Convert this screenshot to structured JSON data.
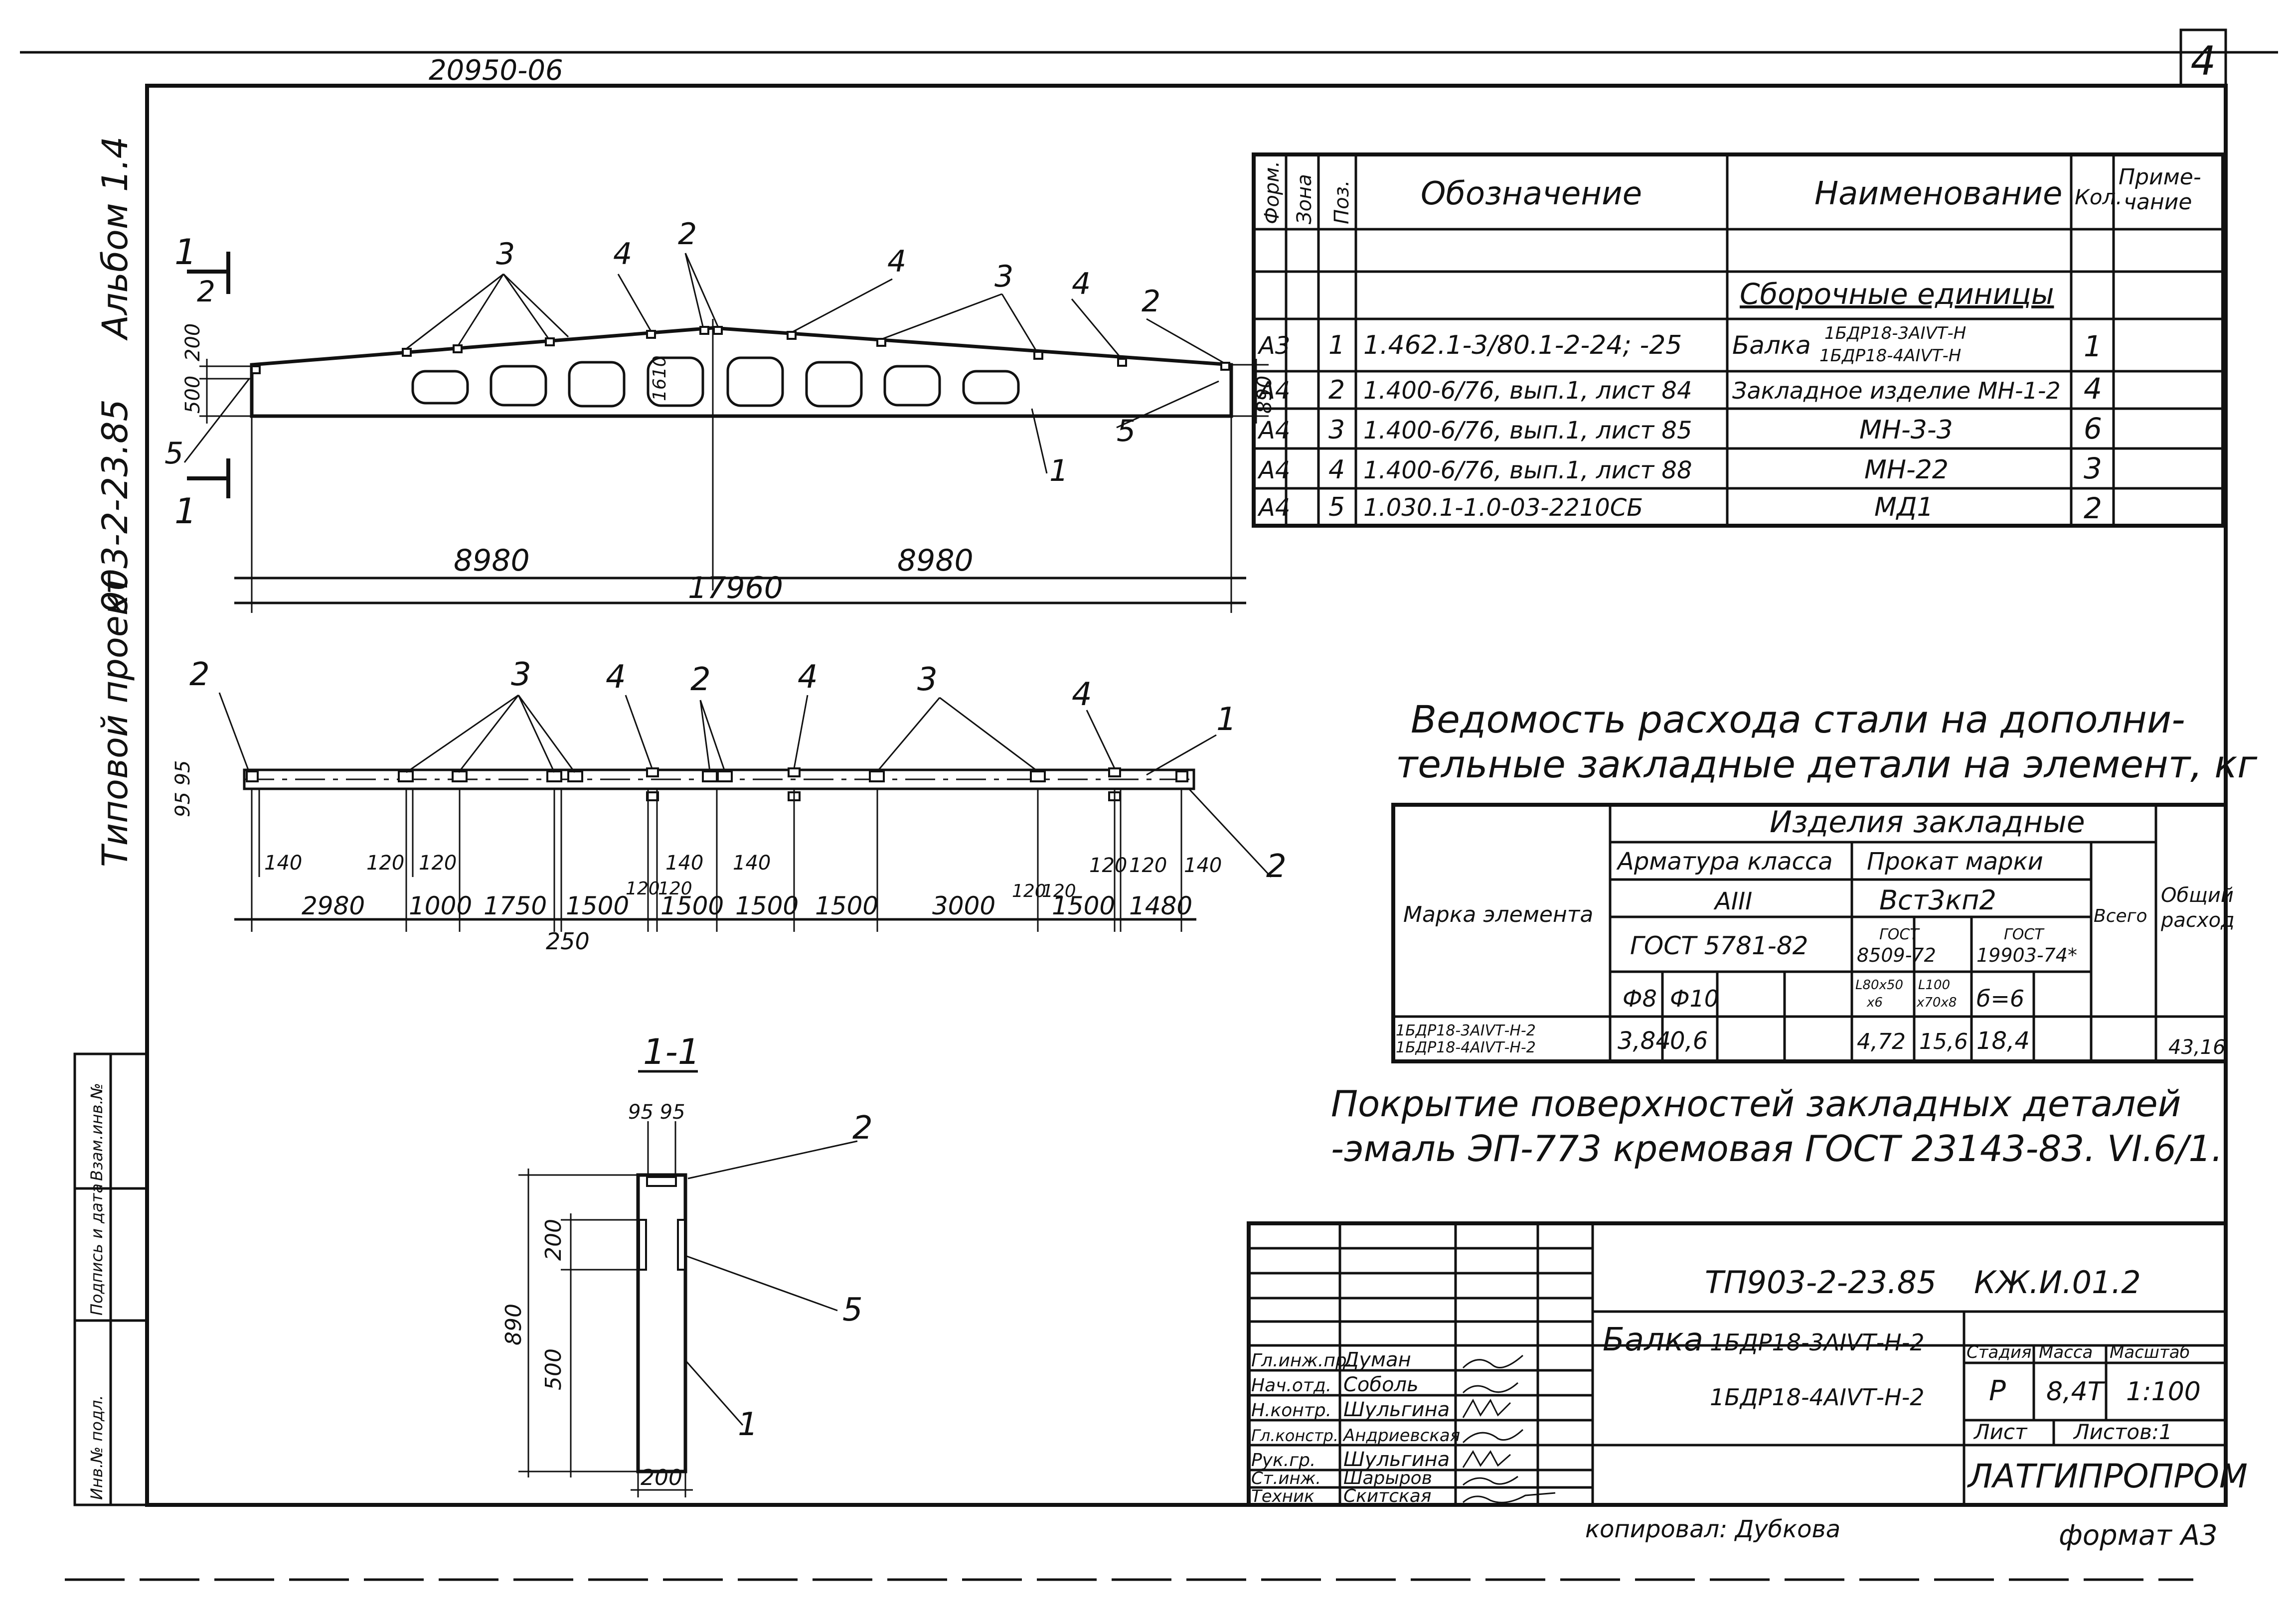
{
  "sheet": {
    "sheet_number": "4",
    "archive_code": "20950-06",
    "album": "Альбом 1.4",
    "project_code": "903-2-23.85",
    "project_type": "Типовой проект",
    "copied_by": "копировал: Дубкова",
    "format": "формат А3"
  },
  "left_stamp": [
    "Взам.инв.№",
    "Подпись и дата",
    "Инв.№ подл."
  ],
  "spec_table": {
    "headers": [
      "Форм.",
      "Зона",
      "Поз.",
      "Обозначение",
      "Наименование",
      "Кол.",
      "Приме-",
      "чание"
    ],
    "section_title": "Сборочные единицы",
    "rows": [
      {
        "format": "А3",
        "pos": "1",
        "designation": "1.462.1-3/80.1-2-24; -25",
        "name_a": "Балка",
        "name_b": "1БДР18-3АIVТ-Н",
        "name_c": "1БДР18-4АIVТ-Н",
        "qty": "1"
      },
      {
        "format": "А4",
        "pos": "2",
        "designation": "1.400-6/76, вып.1, лист 84",
        "name": "Закладное изделие МН-1-2",
        "qty": "4"
      },
      {
        "format": "А4",
        "pos": "3",
        "designation": "1.400-6/76, вып.1, лист 85",
        "name": "МН-3-3",
        "qty": "6"
      },
      {
        "format": "А4",
        "pos": "4",
        "designation": "1.400-6/76, вып.1, лист 88",
        "name": "МН-22",
        "qty": "3"
      },
      {
        "format": "А4",
        "pos": "5",
        "designation": "1.030.1-1.0-03-2210СБ",
        "name": "МД1",
        "qty": "2"
      }
    ]
  },
  "steel": {
    "title_line1": "Ведомость расхода стали на дополни-",
    "title_line2": "тельные закладные детали на элемент, кг",
    "col_element": "Марка элемента",
    "col_embedded": "Изделия закладные",
    "col_rebar": "Арматура класса",
    "col_rebar_class": "АIII",
    "col_rebar_gost": "ГОСТ 5781-82",
    "col_profile": "Прокат марки",
    "col_profile_grade": "Вст3кп2",
    "gost_a1": "ГОСТ",
    "gost_a2": "8509-72",
    "gost_b1": "ГОСТ",
    "gost_b2": "19903-74*",
    "d8": "Ф8",
    "d10": "Ф10",
    "angle1": "L80x50",
    "angle2": "x6",
    "strip1": "L100",
    "strip2": "x70x8",
    "thick": "б=6",
    "col_total": "Всего",
    "col_overall1": "Общий",
    "col_overall2": "расход",
    "row_el1": "1БДР18-3АIVТ-Н-2",
    "row_el2": "1БДР18-4АIVТ-Н-2",
    "v_d8": "3,84",
    "v_d10": "0,6",
    "v_angle": "4,72",
    "v_strip": "15,6",
    "v_plate": "18,4",
    "v_overall": "43,16"
  },
  "coating": {
    "line1": "Покрытие поверхностей закладных деталей",
    "line2": "-эмаль ЭП-773 кремовая ГОСТ 23143-83. VI.6/1."
  },
  "elevation": {
    "pos_labels": [
      "1",
      "2",
      "3",
      "4",
      "2",
      "4",
      "3",
      "4",
      "2",
      "5",
      "5",
      "1",
      "1"
    ],
    "dim_left": "200",
    "dim_left2": "500",
    "dim_right": "890",
    "dim_center": "1610",
    "span_a": "8980",
    "span_b": "8980",
    "total": "17960"
  },
  "plan": {
    "pos_labels": [
      "2",
      "3",
      "4",
      "2",
      "4",
      "3",
      "4",
      "1",
      "2"
    ],
    "side_dims": "95 95",
    "small_dims": [
      "140",
      "120",
      "120",
      "120",
      "120",
      "140",
      "140",
      "120",
      "120",
      "120",
      "120",
      "140"
    ],
    "dims": [
      "2980",
      "1000",
      "1750",
      "1500",
      "1500",
      "1500",
      "1500",
      "3000",
      "1500",
      "1480"
    ],
    "dim_250": "250"
  },
  "section": {
    "title": "1-1",
    "top_dims": "95 95",
    "dim_200": "200",
    "dim_500": "500",
    "dim_890": "890",
    "dim_bottom": "200",
    "pos_2": "2",
    "pos_5": "5",
    "pos_1": "1"
  },
  "title_block": {
    "code": "ТП903-2-23.85",
    "sheet_code": "КЖ.И.01.2",
    "name1": "Балка",
    "name2": "1БДР18-3АIVТ-Н-2",
    "name3": "1БДР18-4АIVТ-Н-2",
    "stage_label": "Стадия",
    "mass_label": "Масса",
    "scale_label": "Масштаб",
    "stage": "Р",
    "mass": "8,4Т",
    "scale": "1:100",
    "sheet_label": "Лист",
    "sheets_label": "Листов:1",
    "org": "ЛАТГИПРОПРОМ",
    "roles": [
      {
        "role": "Гл.инж.пр.",
        "name": "Думан"
      },
      {
        "role": "Нач.отд.",
        "name": "Соболь"
      },
      {
        "role": "Н.контр.",
        "name": "Шульгина"
      },
      {
        "role": "Гл.констр.",
        "name": "Андриевская"
      },
      {
        "role": "Рук.гр.",
        "name": "Шульгина"
      },
      {
        "role": "Ст.инж.",
        "name": "Шарыров"
      },
      {
        "role": "Техник",
        "name": "Скитская"
      }
    ]
  }
}
